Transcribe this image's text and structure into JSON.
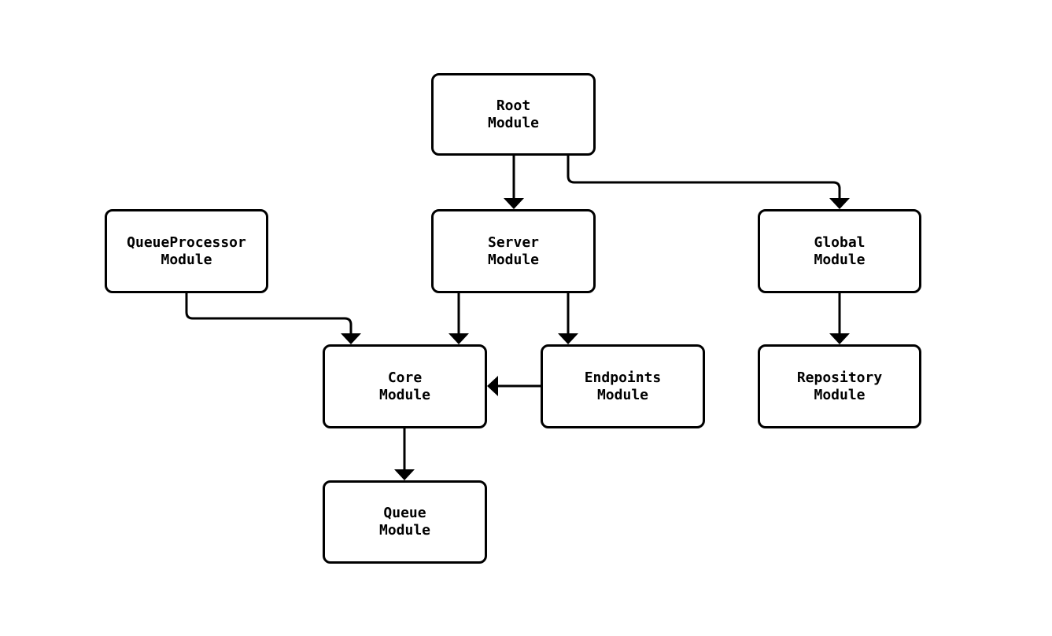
{
  "diagram": {
    "type": "flowchart",
    "background_color": "#ffffff",
    "node_fill_color": "#ffffff",
    "node_border_color": "#000000",
    "edge_color": "#000000",
    "text_color": "#000000",
    "nodes": [
      {
        "id": "root",
        "label": "Root\nModule"
      },
      {
        "id": "queue-processor",
        "label": "QueueProcessor\nModule"
      },
      {
        "id": "server",
        "label": "Server\nModule"
      },
      {
        "id": "global",
        "label": "Global\nModule"
      },
      {
        "id": "core",
        "label": "Core\nModule"
      },
      {
        "id": "endpoints",
        "label": "Endpoints\nModule"
      },
      {
        "id": "repository",
        "label": "Repository\nModule"
      },
      {
        "id": "queue",
        "label": "Queue\nModule"
      }
    ],
    "edges": [
      {
        "from": "Root Module",
        "to": "Server Module"
      },
      {
        "from": "Root Module",
        "to": "Global Module"
      },
      {
        "from": "QueueProcessor Module",
        "to": "Core Module"
      },
      {
        "from": "Server Module",
        "to": "Core Module"
      },
      {
        "from": "Server Module",
        "to": "Endpoints Module"
      },
      {
        "from": "Endpoints Module",
        "to": "Core Module"
      },
      {
        "from": "Global Module",
        "to": "Repository Module"
      },
      {
        "from": "Core Module",
        "to": "Queue Module"
      }
    ]
  }
}
